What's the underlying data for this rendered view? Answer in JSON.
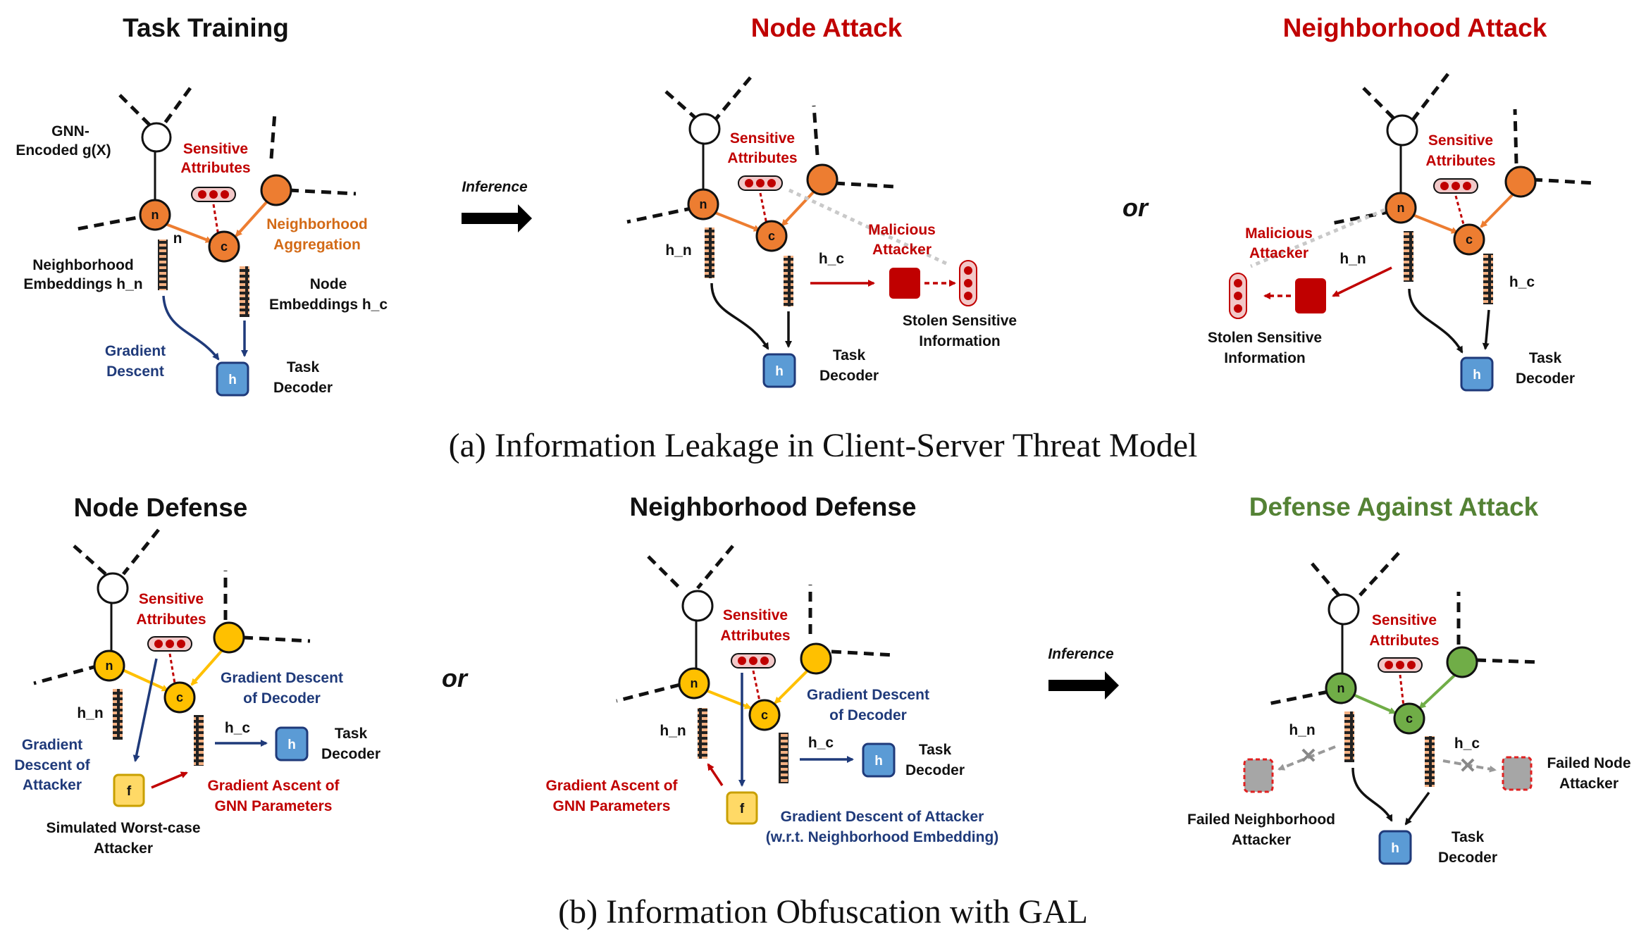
{
  "colors": {
    "attack_red": "#c00000",
    "defense_blue": "#1f3a7a",
    "orange_node": "#ed7d31",
    "yellow_node": "#ffc000",
    "green_node": "#70ad47",
    "decoder_blue": "#5b9bd5",
    "green_title": "#548235",
    "aggregation_orange": "#d36a16"
  },
  "top": {
    "task_training": {
      "title": "Task Training",
      "gnn_encoded_1": "GNN-",
      "gnn_encoded_2": "Encoded g(X)",
      "sensitive_1": "Sensitive",
      "sensitive_2": "Attributes",
      "neighborhood_agg_1": "Neighborhood",
      "neighborhood_agg_2": "Aggregation",
      "neighborhood_emb_1": "Neighborhood",
      "neighborhood_emb_2": "Embeddings h_n",
      "node_emb_1": "Node",
      "node_emb_2": "Embeddings h_c",
      "gradient_1": "Gradient",
      "gradient_2": "Descent",
      "task_1": "Task",
      "task_2": "Decoder",
      "node_n": "n",
      "node_c": "c",
      "node_h": "h",
      "edge_n": "n"
    },
    "inference": "Inference",
    "node_attack": {
      "title": "Node Attack",
      "sensitive_1": "Sensitive",
      "sensitive_2": "Attributes",
      "malicious_1": "Malicious",
      "malicious_2": "Attacker",
      "hn": "h_n",
      "hc": "h_c",
      "task_1": "Task",
      "task_2": "Decoder",
      "stolen_1": "Stolen Sensitive",
      "stolen_2": "Information",
      "node_n": "n",
      "node_c": "c",
      "node_h": "h"
    },
    "or": "or",
    "neighborhood_attack": {
      "title": "Neighborhood Attack",
      "sensitive_1": "Sensitive",
      "sensitive_2": "Attributes",
      "malicious_1": "Malicious",
      "malicious_2": "Attacker",
      "hn": "h_n",
      "hc": "h_c",
      "task_1": "Task",
      "task_2": "Decoder",
      "stolen_1": "Stolen Sensitive",
      "stolen_2": "Information",
      "node_n": "n",
      "node_c": "c",
      "node_h": "h"
    },
    "caption": "(a) Information Leakage in Client-Server Threat Model"
  },
  "bottom": {
    "node_defense": {
      "title": "Node Defense",
      "sensitive_1": "Sensitive",
      "sensitive_2": "Attributes",
      "grad_dec_1": "Gradient Descent",
      "grad_dec_2": "of Decoder",
      "hn": "h_n",
      "hc": "h_c",
      "grad_att_1": "Gradient",
      "grad_att_2": "Descent of",
      "grad_att_3": "Attacker",
      "task_1": "Task",
      "task_2": "Decoder",
      "grad_asc_1": "Gradient Ascent of",
      "grad_asc_2": "GNN Parameters",
      "worst_1": "Simulated Worst-case",
      "worst_2": "Attacker",
      "node_n": "n",
      "node_c": "c",
      "node_h": "h",
      "node_f": "f"
    },
    "or": "or",
    "neighborhood_defense": {
      "title": "Neighborhood Defense",
      "sensitive_1": "Sensitive",
      "sensitive_2": "Attributes",
      "grad_dec_1": "Gradient Descent",
      "grad_dec_2": "of Decoder",
      "hn": "h_n",
      "hc": "h_c",
      "task_1": "Task",
      "task_2": "Decoder",
      "grad_asc_1": "Gradient Ascent of",
      "grad_asc_2": "GNN Parameters",
      "grad_att_1": "Gradient Descent of Attacker",
      "grad_att_2": "(w.r.t. Neighborhood Embedding)",
      "node_n": "n",
      "node_c": "c",
      "node_h": "h",
      "node_f": "f"
    },
    "inference": "Inference",
    "defense_against_attack": {
      "title": "Defense Against Attack",
      "sensitive_1": "Sensitive",
      "sensitive_2": "Attributes",
      "hn": "h_n",
      "hc": "h_c",
      "failed_nbr_1": "Failed Neighborhood",
      "failed_nbr_2": "Attacker",
      "failed_node_1": "Failed Node",
      "failed_node_2": "Attacker",
      "task_1": "Task",
      "task_2": "Decoder",
      "node_n": "n",
      "node_c": "c",
      "node_h": "h"
    },
    "caption": "(b) Information Obfuscation with GAL"
  }
}
